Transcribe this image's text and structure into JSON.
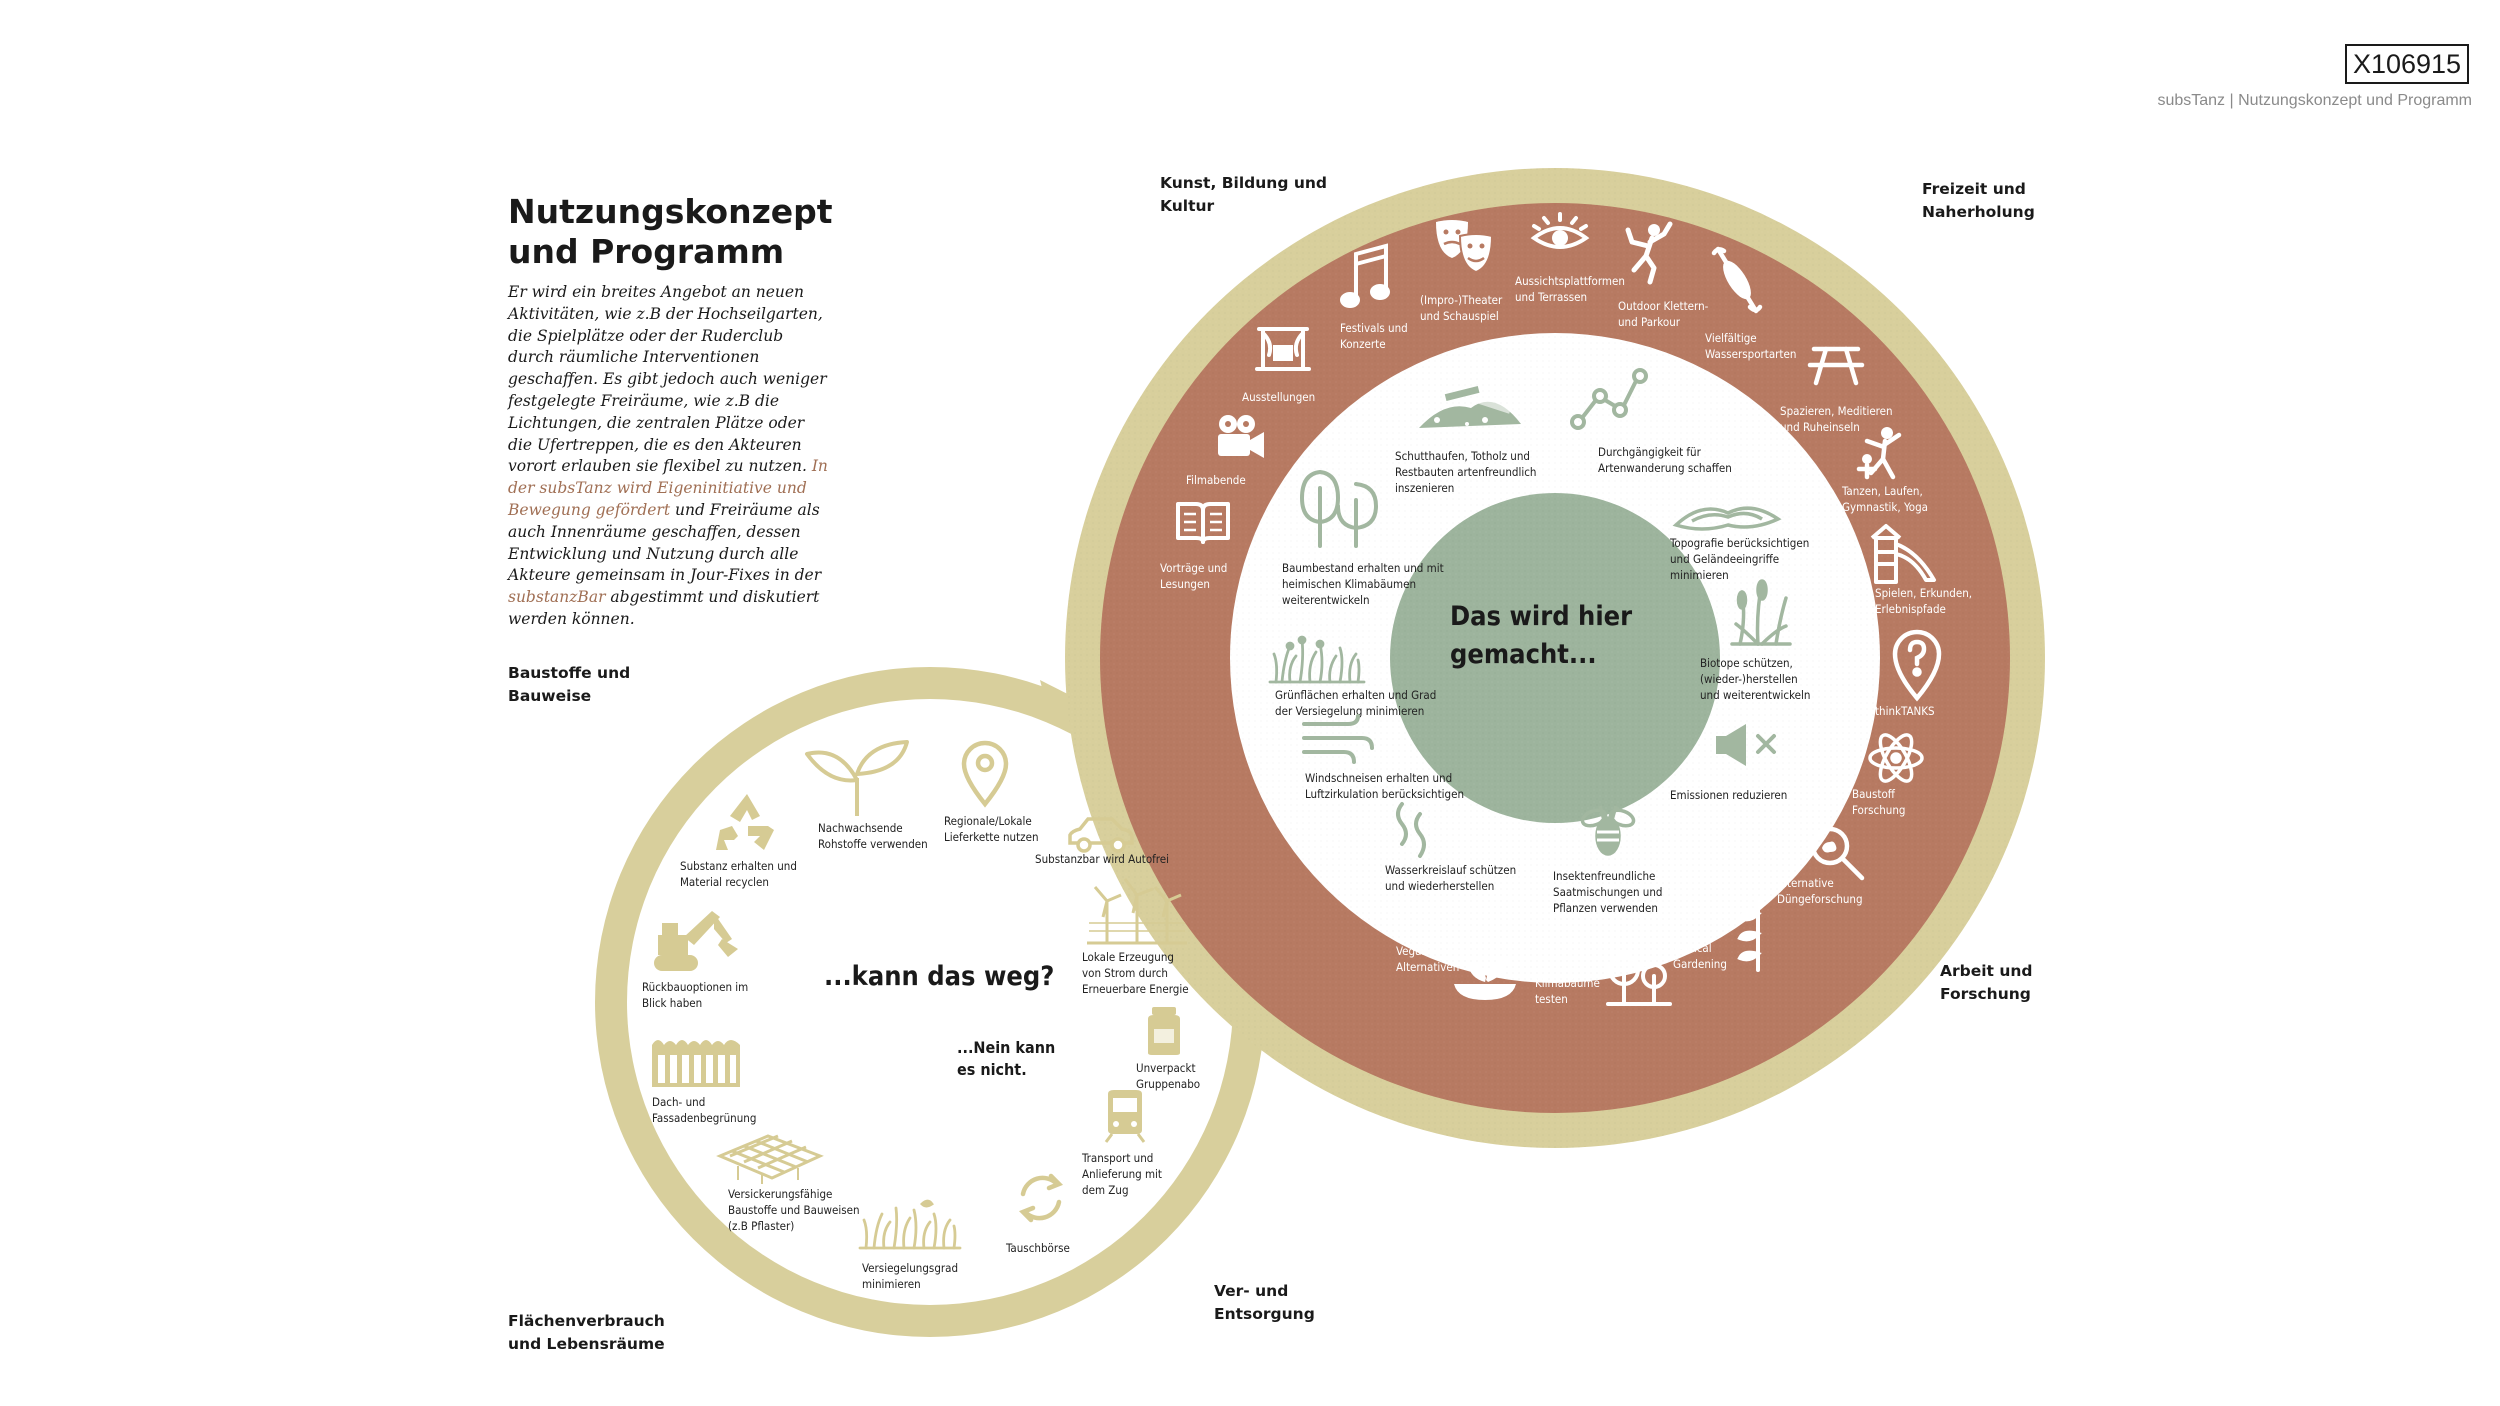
{
  "header": {
    "code": "X106915",
    "subtitle": "subsTanz | Nutzungskonzept und Programm"
  },
  "title": "Nutzungskonzept\nund Programm",
  "intro": {
    "part1": "Er wird ein breites Angebot an neuen Aktivitäten, wie z.B der Hochseilgarten, die Spielplätze oder der Ruderclub durch räumliche Interventionen geschaffen. Es gibt jedoch auch weniger festgelegte Freiräume, wie z.B die Lichtungen, die zentralen Plätze oder die Ufertreppen, die es den Akteuren vorort erlauben sie flexibel zu nutzen. ",
    "highlight1": "In der subsTanz wird Eigeninitiative und Bewegung gefördert",
    "part2": " und Freiräume als auch Innenräume geschaffen, dessen Entwicklung und Nutzung durch alle Akteure gemeinsam in Jour-Fixes in der ",
    "highlight2": "substanzBar",
    "part3": " abgestimmt und diskutiert werden können."
  },
  "categories": {
    "kunst": "Kunst, Bildung und\nKultur",
    "freizeit": "Freizeit und\nNaherholung",
    "arbeit": "Arbeit und\nForschung",
    "baustoffe": "Baustoffe und\nBauweise",
    "verEntsorgung": "Ver- und\nEntsorgung",
    "flaechen": "Flächenverbrauch\nund Lebensräume"
  },
  "bigCircle": {
    "center": "Das wird hier\ngemacht...",
    "ringLabels": {
      "festivals": "Festivals und\nKonzerte",
      "theater": "(Impro-)Theater\nund Schauspiel",
      "aussicht": "Aussichtsplattformen\nund Terrassen",
      "klettern": "Outdoor Klettern-\nund Parkour",
      "wassersport": "Vielfältige\nWassersportarten",
      "ausstellungen": "Ausstellungen",
      "spazieren": "Spazieren, Meditieren\nund Ruheinseln",
      "filmabende": "Filmabende",
      "tanzen": "Tanzen, Laufen,\nGymnastik, Yoga",
      "vortraege": "Vorträge und\nLesungen",
      "spielen": "Spielen, Erkunden,\nErlebnispfade",
      "thinktanks": "thinkTANKS",
      "baustoff": "Baustoff\nForschung",
      "duenge": "Alternative\nDüngeforschung",
      "vertical": "Vertical\nGardening",
      "klimabaeume": "Klimabäume\ntesten",
      "vegane": "Vegane\nAlternativen"
    },
    "innerLabels": {
      "schutt": "Schutthaufen, Totholz und\nRestbauten artenfreundlich\ninszenieren",
      "durch": "Durchgängigkeit für\nArtenwanderung schaffen",
      "baum": "Baumbestand erhalten und mit\nheimischen Klimabäumen\nweiterentwickeln",
      "topo": "Topografie berücksichtigen\nund Geländeeingriffe\nminimieren",
      "gruen": "Grünflächen erhalten und Grad\nder Versiegelung minimieren",
      "biotope": "Biotope schützen,\n(wieder-)herstellen\nund weiterentwickeln",
      "wind": "Windschneisen erhalten und\nLuftzirkulation berücksichtigen",
      "emission": "Emissionen reduzieren",
      "wasser": "Wasserkreislauf schützen\nund wiederherstellen",
      "insekt": "Insektenfreundliche\nSaatmischungen und\nPflanzen verwenden"
    }
  },
  "smallCircle": {
    "center": "...kann das weg?",
    "sub": "...Nein kann\nes nicht.",
    "labels": {
      "nachwachsend": "Nachwachsende\nRohstoffe verwenden",
      "regional": "Regionale/Lokale\nLieferkette nutzen",
      "substanzErhalten": "Substanz erhalten und\nMaterial recyclen",
      "autofrei": "Substanzbar wird Autofrei",
      "rueckbau": "Rückbauoptionen im\nBlick haben",
      "strom": "Lokale Erzeugung\nvon Strom durch\nErneuerbare Energie",
      "dach": "Dach- und\nFassadenbegrünung",
      "unverpackt": "Unverpackt\nGruppenabo",
      "versickerung": "Versickerungsfähige\nBaustoffe und Bauweisen\n(z.B Pflaster)",
      "transport": "Transport und\nAnlieferung mit\ndem Zug",
      "versiegelung": "Versiegelungsgrad\nminimieren",
      "tausch": "Tauschbörse"
    }
  },
  "colors": {
    "khaki": "#d8cf9c",
    "terracotta": "#b77a62",
    "sage": "#9db49d",
    "iconLight": "#ffffff",
    "iconDark": "#a2b7a0",
    "iconKhaki": "#d6cb94",
    "highlight": "#a06f54"
  },
  "icons": {
    "ring": [
      "music-note-icon",
      "theater-masks-icon",
      "eye-icon",
      "climber-icon",
      "kayak-icon",
      "stage-icon",
      "picnic-table-icon",
      "film-camera-icon",
      "dancer-icon",
      "book-icon",
      "playground-icon",
      "location-question-icon",
      "atom-icon",
      "magnifier-icon",
      "vertical-garden-icon",
      "trees-icon",
      "vegan-plant-icon"
    ],
    "inner": [
      "debris-icon",
      "network-icon",
      "tree-icon",
      "topography-icon",
      "grass-icon",
      "reed-icon",
      "wind-icon",
      "mute-speaker-icon",
      "water-cycle-icon",
      "bee-icon"
    ],
    "small": [
      "recycle-icon",
      "sprout-icon",
      "pin-icon",
      "car-icon",
      "excavator-icon",
      "wind-turbines-icon",
      "green-roof-icon",
      "jar-icon",
      "paving-icon",
      "train-icon",
      "grass-seal-icon",
      "exchange-icon"
    ]
  }
}
